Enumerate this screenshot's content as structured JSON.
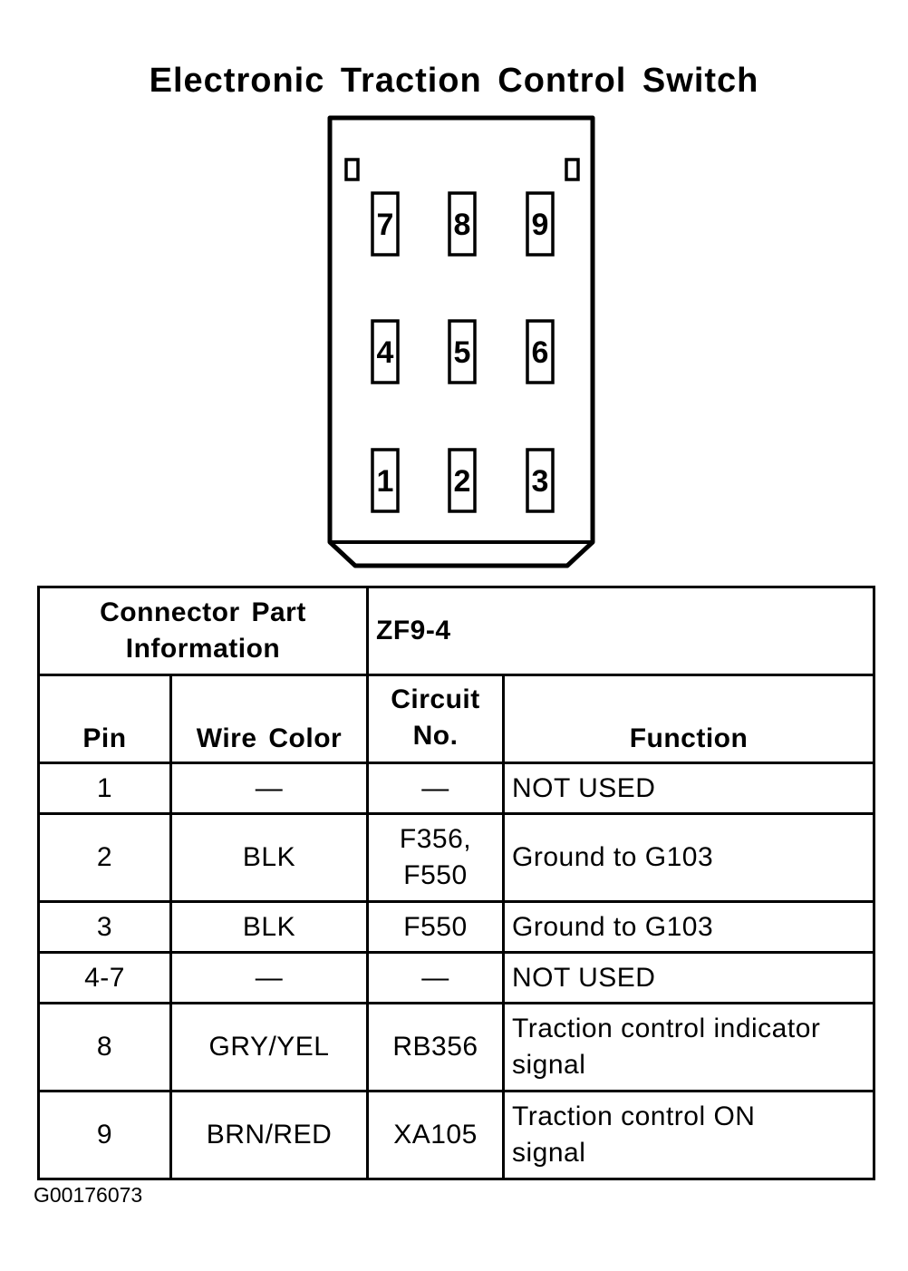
{
  "title": "Electronic Traction Control Switch",
  "connector": {
    "pin_rows": [
      [
        "7",
        "8",
        "9"
      ],
      [
        "4",
        "5",
        "6"
      ],
      [
        "1",
        "2",
        "3"
      ]
    ]
  },
  "table": {
    "part_info_label": "Connector Part Information",
    "part_info_value": "ZF9-4",
    "headers": {
      "pin": "Pin",
      "wire_color": "Wire Color",
      "circuit_no": "Circuit No.",
      "function": "Function"
    },
    "rows": [
      {
        "pin": "1",
        "wire_color": "—",
        "circuit": "—",
        "function": "NOT USED"
      },
      {
        "pin": "2",
        "wire_color": "BLK",
        "circuit": "F356, F550",
        "function": "Ground to G103"
      },
      {
        "pin": "3",
        "wire_color": "BLK",
        "circuit": "F550",
        "function": "Ground to G103"
      },
      {
        "pin": "4-7",
        "wire_color": "—",
        "circuit": "—",
        "function": "NOT USED"
      },
      {
        "pin": "8",
        "wire_color": "GRY/YEL",
        "circuit": "RB356",
        "function": "Traction control indicator signal"
      },
      {
        "pin": "9",
        "wire_color": "BRN/RED",
        "circuit": "XA105",
        "function": "Traction control ON signal"
      }
    ]
  },
  "figure_id": "G00176073"
}
